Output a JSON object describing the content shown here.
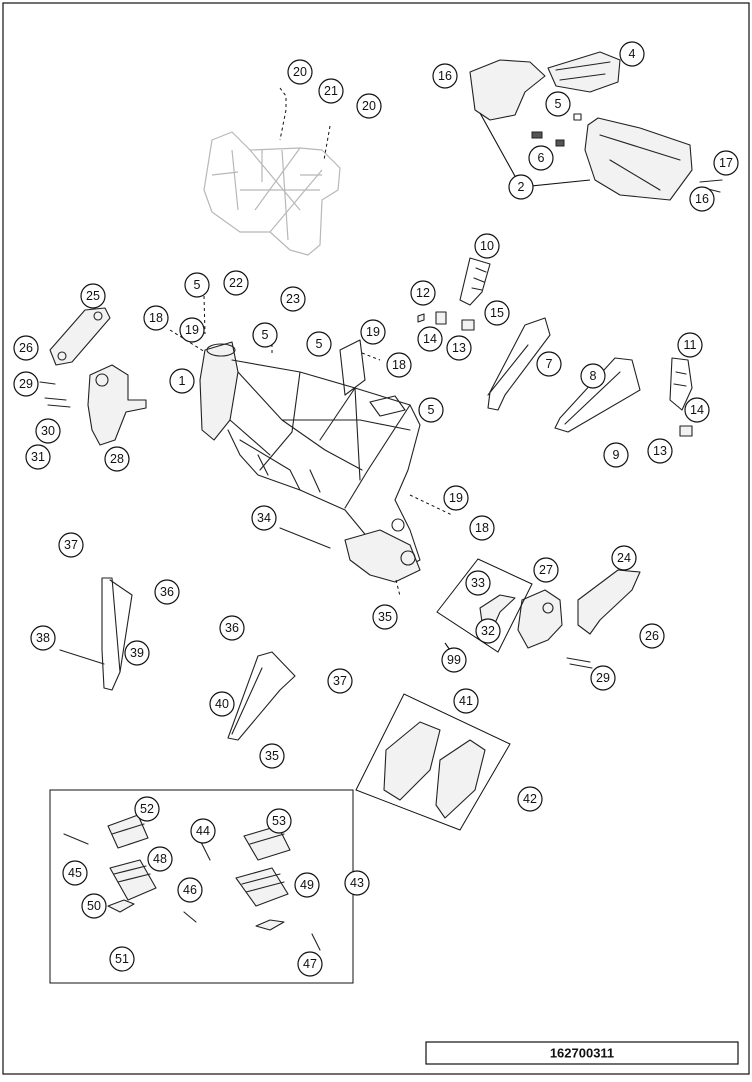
{
  "drawing_number": "162700311",
  "callouts": [
    "1",
    "2",
    "4",
    "5",
    "6",
    "7",
    "8",
    "9",
    "10",
    "11",
    "12",
    "13",
    "14",
    "15",
    "16",
    "17",
    "18",
    "19",
    "20",
    "21",
    "22",
    "23",
    "24",
    "25",
    "26",
    "27",
    "28",
    "29",
    "30",
    "31",
    "32",
    "33",
    "34",
    "35",
    "36",
    "37",
    "38",
    "39",
    "40",
    "41",
    "42",
    "43",
    "44",
    "45",
    "46",
    "47",
    "48",
    "49",
    "50",
    "51",
    "52",
    "53",
    "99"
  ]
}
